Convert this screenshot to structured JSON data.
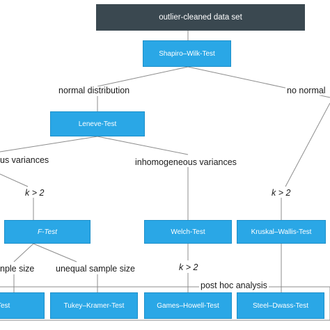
{
  "nodes": {
    "root": "outlier-cleaned  data set",
    "shapiro": "Shapiro–Wilk-Test",
    "levene": "Leneve-Test",
    "ftest": "F-Test",
    "welch": "Welch-Test",
    "kruskal": "Kruskal–Wallis-Test",
    "tukey_left": "y-Test",
    "tukey_kramer": "Tukey–Kramer-Test",
    "games_howell": "Games–Howell-Test",
    "steel_dwass": "Steel–Dwass-Test"
  },
  "labels": {
    "normal_distribution": "normal distribution",
    "no_normal": "no normal",
    "homogeneous_variances": "us variances",
    "inhomogeneous_variances": "inhomogeneous variances",
    "k_gt_2_left": "k > 2",
    "k_gt_2_mid": "k > 2",
    "k_gt_2_right": "k > 2",
    "equal_sample_size": "nple size",
    "unequal_sample_size": "unequal sample size",
    "post_hoc_analysis": "post hoc analysis"
  },
  "colors": {
    "dark_box": "#3a4850",
    "blue_box": "#2aa7e6",
    "line": "#8c8c8c"
  }
}
